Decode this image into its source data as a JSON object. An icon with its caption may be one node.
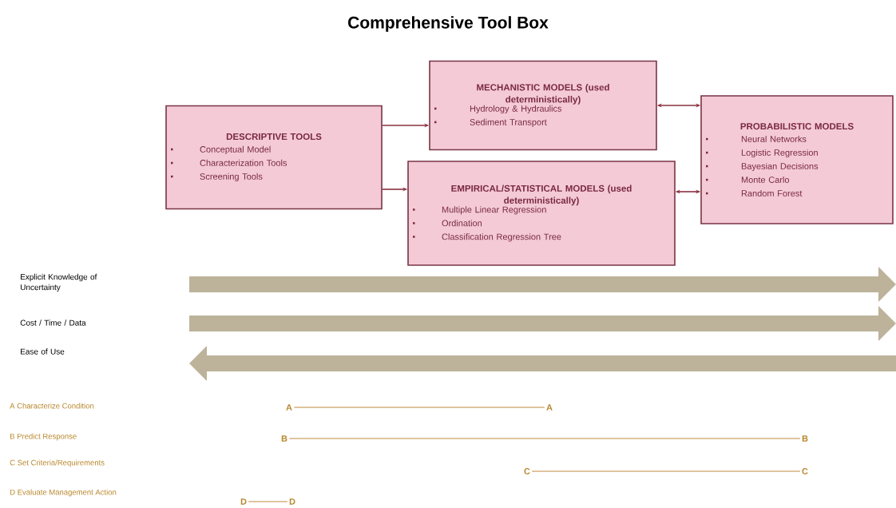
{
  "diagram": {
    "title": "Comprehensive Tool Box",
    "nodes": [
      {
        "text": [
          "DESCRIPTIVE TOOLS",
          "Conceptual Model",
          "Characterization Tools",
          "Screening Tools"
        ]
      },
      {
        "text": [
          "MECHANISTIC MODELS (used deterministically)",
          "Hydrology & Hydraulics",
          "Sediment Transport"
        ]
      },
      {
        "text": [
          "EMPIRICAL/STATISTICAL MODELS (used deterministically)",
          "Multiple Linear Regression",
          "Ordination",
          "Classification Regression Tree"
        ]
      },
      {
        "text": [
          "PROBABILISTIC MODELS",
          "Neural Networks",
          "Logistic Regression",
          "Bayesian Decisions",
          "Monte Carlo",
          "Random Forest"
        ]
      },
      {
        "text": [
          "A"
        ]
      },
      {
        "text": [
          "A"
        ]
      },
      {
        "text": [
          "B"
        ]
      },
      {
        "text": [
          "B"
        ]
      },
      {
        "text": [
          "C"
        ]
      },
      {
        "text": [
          "C"
        ]
      },
      {
        "text": [
          "D"
        ]
      },
      {
        "text": [
          "D"
        ]
      }
    ],
    "edges": [
      {
        "from": 0,
        "to": 1,
        "arrow": "to",
        "color": "#8a3040"
      },
      {
        "from": 0,
        "to": 2,
        "arrow": "to",
        "color": "#8a3040"
      },
      {
        "from": 1,
        "to": 3,
        "arrow": "both",
        "color": "#8a3040"
      },
      {
        "from": 2,
        "to": 3,
        "arrow": "both",
        "color": "#8a3040"
      },
      {
        "from": 4,
        "to": 5,
        "arrow": "none",
        "color": "#c08a40"
      },
      {
        "from": 6,
        "to": 7,
        "arrow": "none",
        "color": "#c08a40"
      },
      {
        "from": 8,
        "to": 9,
        "arrow": "none",
        "color": "#c08a40"
      },
      {
        "from": 10,
        "to": 11,
        "arrow": "none",
        "color": "#c08a40"
      }
    ],
    "labels": [
      "Explicit Knowledge of Uncertainty",
      "Cost / Time / Data",
      "Ease of Use",
      "A Characterize Condition",
      "B Predict Response",
      "C Set Criteria/Requirements",
      "D Evaluate Management Action"
    ]
  }
}
